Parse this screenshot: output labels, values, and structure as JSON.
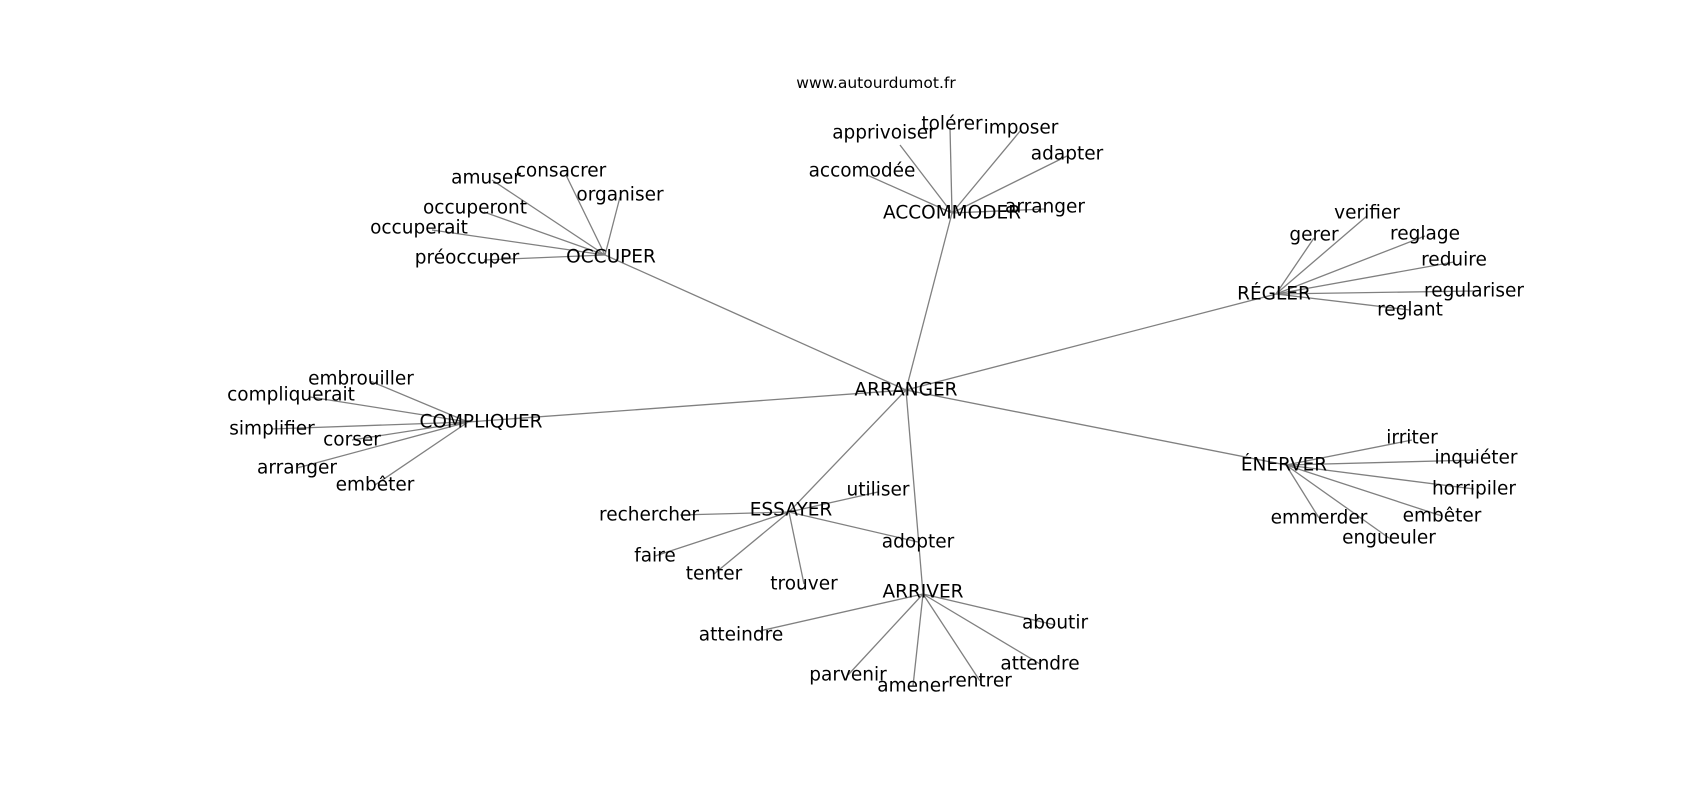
{
  "header": {
    "site": "www.autourdumot.fr"
  },
  "center": "ARRANGER",
  "hubs": [
    {
      "word": "ACCOMMODER",
      "leaves": [
        "apprivoiser",
        "tolérer",
        "imposer",
        "adapter",
        "accomodée",
        "arranger"
      ]
    },
    {
      "word": "OCCUPER",
      "leaves": [
        "amuser",
        "consacrer",
        "organiser",
        "occuperont",
        "occuperait",
        "préoccuper"
      ]
    },
    {
      "word": "RÉGLER",
      "leaves": [
        "verifier",
        "gerer",
        "reglage",
        "reduire",
        "regulariser",
        "reglant"
      ]
    },
    {
      "word": "COMPLIQUER",
      "leaves": [
        "embrouiller",
        "compliquerait",
        "simplifier",
        "corser",
        "arranger",
        "embêter"
      ]
    },
    {
      "word": "ÉNERVER",
      "leaves": [
        "irriter",
        "inquiéter",
        "horripiler",
        "embêter",
        "emmerder",
        "engueuler"
      ]
    },
    {
      "word": "ESSAYER",
      "leaves": [
        "utiliser",
        "rechercher",
        "adopter",
        "faire",
        "tenter",
        "trouver"
      ]
    },
    {
      "word": "ARRIVER",
      "leaves": [
        "aboutir",
        "atteindre",
        "attendre",
        "parvenir",
        "amener",
        "rentrer"
      ]
    }
  ]
}
